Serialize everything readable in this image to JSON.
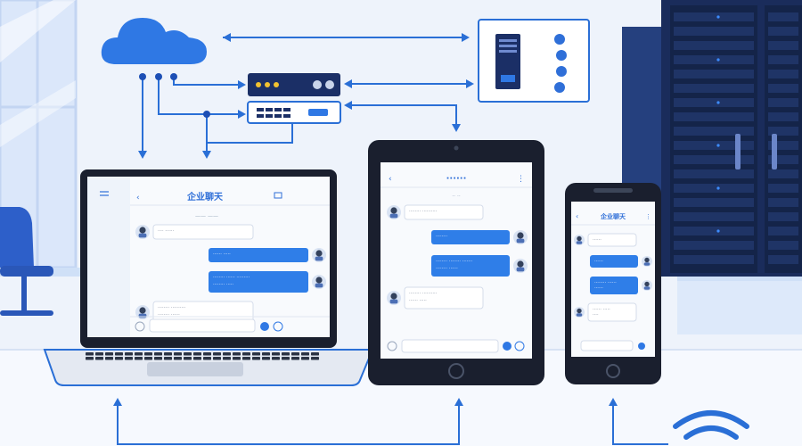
{
  "theme": {
    "accent": "#2f78e4",
    "accent_dark": "#173b8f",
    "line": "#2a6fd6",
    "device_frame": "#111827",
    "screen_bg": "#ffffff",
    "bubble_in": "#ffffff",
    "bubble_out": "#2f7ee8",
    "server_rack": "#1d2d57"
  },
  "icons": {
    "cloud": "cloud-icon",
    "router": "router-icon",
    "switch": "network-switch-icon",
    "server": "server-icon",
    "server_rack": "server-rack-icon",
    "wifi": "wifi-icon",
    "back": "back-arrow-icon",
    "send": "send-icon",
    "emoji": "emoji-icon",
    "menu": "menu-icon",
    "attach": "attach-icon"
  },
  "laptop": {
    "chat_title": "企业聊天",
    "time_label": "—— ——",
    "messages": [
      {
        "side": "in",
        "lines": [
          "···· ······"
        ]
      },
      {
        "side": "out",
        "lines": [
          "······ ·····"
        ]
      },
      {
        "side": "out",
        "lines": [
          "········ ······ ·········",
          "········ ·····"
        ]
      },
      {
        "side": "in",
        "lines": [
          "········ ··········",
          "········ ······"
        ]
      }
    ]
  },
  "tablet": {
    "chat_title": "······",
    "time_label": "·· ··",
    "messages": [
      {
        "side": "in",
        "lines": [
          "········ ··········"
        ]
      },
      {
        "side": "out",
        "lines": [
          "········"
        ]
      },
      {
        "side": "out",
        "lines": [
          "········ ········ ·······",
          "········ ······"
        ]
      },
      {
        "side": "in",
        "lines": [
          "········ ··········",
          "······ ·····"
        ]
      }
    ]
  },
  "phone": {
    "chat_title": "企业聊天",
    "messages": [
      {
        "side": "in",
        "lines": [
          "······"
        ]
      },
      {
        "side": "out",
        "lines": [
          "······"
        ]
      },
      {
        "side": "out",
        "lines": [
          "········ ······",
          "······"
        ]
      },
      {
        "side": "in",
        "lines": [
          "······ ·····",
          "····"
        ]
      }
    ]
  }
}
